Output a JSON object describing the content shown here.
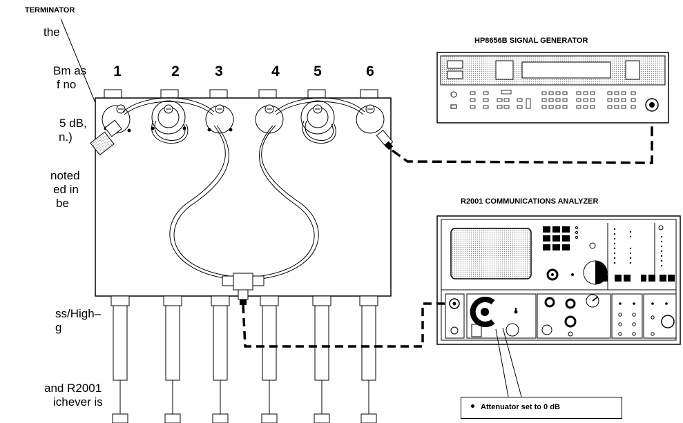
{
  "labels": {
    "terminator": "TERMINATOR",
    "signal_generator": "HP8656B SIGNAL GENERATOR",
    "analyzer": "R2001 COMMUNICATIONS ANALYZER",
    "attenuator_note": "Attenuator set to 0 dB"
  },
  "ports": [
    "1",
    "2",
    "3",
    "4",
    "5",
    "6"
  ],
  "left_text_fragments": [
    "the",
    "Bm as",
    "f no",
    "5 dB,",
    "n.)",
    "noted",
    "ed in",
    "be",
    "ss/High–",
    "g",
    "and R2001",
    "ichever is"
  ]
}
